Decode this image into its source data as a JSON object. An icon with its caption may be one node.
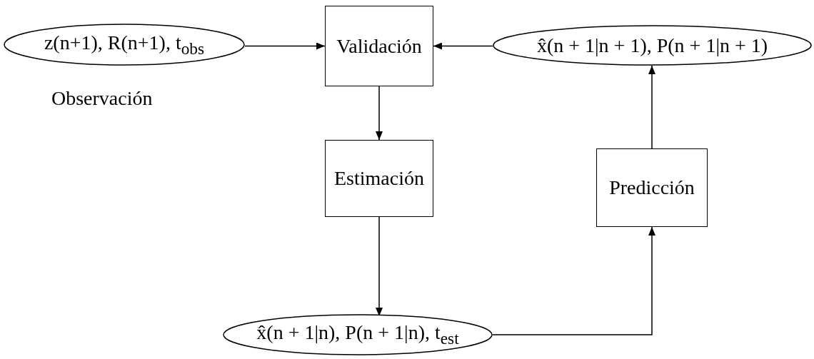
{
  "diagram": {
    "nodes": [
      {
        "text": [
          "z(n+1), R(n+1), t$_{obs}$"
        ],
        "beside": [
          "Observación"
        ]
      },
      {
        "text": [
          "Validación"
        ]
      },
      {
        "text": [
          "x̂(n + 1|n + 1), P(n + 1|n + 1)"
        ]
      },
      {
        "text": [
          "Estimación"
        ]
      },
      {
        "text": [
          "Predicción"
        ]
      },
      {
        "text": [
          "x̂(n + 1|n), P(n + 1|n), t$_{est}$"
        ]
      }
    ],
    "edges": [
      {
        "from": 0,
        "to": 1,
        "arrow": "to"
      },
      {
        "from": 2,
        "to": 1,
        "arrow": "to"
      },
      {
        "from": 1,
        "to": 3,
        "arrow": "to"
      },
      {
        "from": 3,
        "to": 5,
        "arrow": "to"
      },
      {
        "from": 5,
        "to": 4,
        "arrow": "to"
      },
      {
        "from": 4,
        "to": 2,
        "arrow": "to"
      }
    ]
  }
}
